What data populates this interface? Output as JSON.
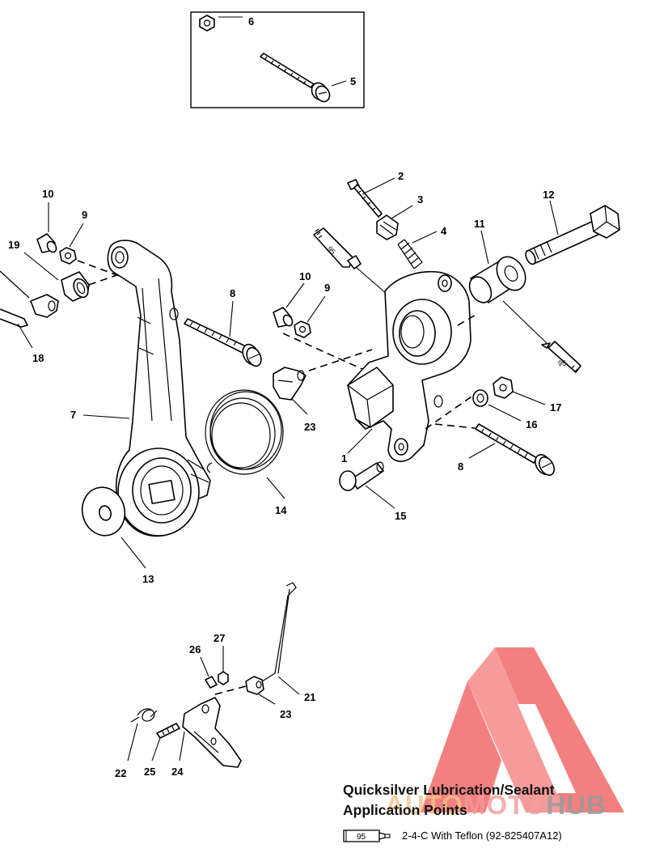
{
  "callouts": {
    "c1": "1",
    "c2": "2",
    "c3": "3",
    "c4": "4",
    "c5": "5",
    "c6": "6",
    "c7": "7",
    "c8a": "8",
    "c8b": "8",
    "c9a": "9",
    "c9b": "9",
    "c10a": "10",
    "c10b": "10",
    "c11": "11",
    "c12": "12",
    "c13": "13",
    "c14": "14",
    "c15": "15",
    "c16": "16",
    "c17": "17",
    "c18": "18",
    "c19": "19",
    "c21": "21",
    "c22": "22",
    "c23a": "23",
    "c23b": "23",
    "c24": "24",
    "c25": "25",
    "c26": "26",
    "c27": "27"
  },
  "tube_labels": {
    "t1": "95",
    "t2": "95"
  },
  "legend": {
    "title_line1": "Quicksilver Lubrication/Sealant",
    "title_line2": "Application Points",
    "tube_code": "95",
    "description": "2-4-C  With Teflon (92-825407A12)"
  },
  "watermark": {
    "part1": "AUTO",
    "part2": "MOTO",
    "part3": "HUB",
    "logo_name": "AUTOMOTOHUB",
    "colors": {
      "auto": "#f7c48a",
      "moto": "#f29a9a",
      "hub": "#9a9a9a",
      "triangle": "#f06a6a"
    }
  }
}
